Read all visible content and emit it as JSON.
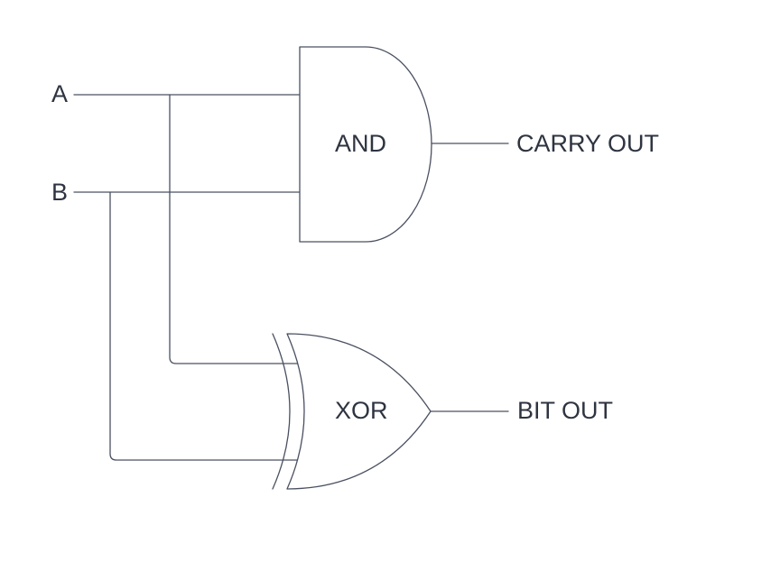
{
  "inputs": {
    "a": "A",
    "b": "B"
  },
  "gates": {
    "and_label": "AND",
    "xor_label": "XOR"
  },
  "outputs": {
    "carry": "CARRY OUT",
    "bit": "BIT OUT"
  },
  "colors": {
    "line": "#4a5060",
    "text": "#2e3440",
    "background": "#ffffff"
  }
}
